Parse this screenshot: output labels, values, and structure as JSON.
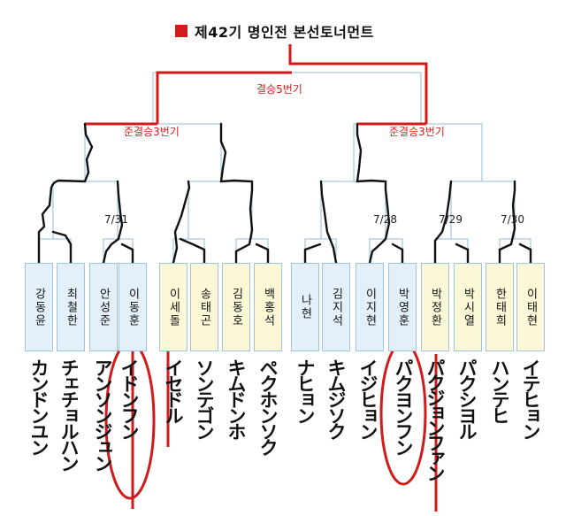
{
  "title": "제42기 명인전 본선토너먼트",
  "rounds": {
    "final": "결승5번기",
    "semi_left": "준결승3번기",
    "semi_right": "준결승3번기"
  },
  "dates": [
    "7/31",
    "7/28",
    "7/29",
    "7/30"
  ],
  "players": [
    {
      "name": "강동윤",
      "hw": "カンドンユン"
    },
    {
      "name": "최철한",
      "hw": "チェチョルハン"
    },
    {
      "name": "안성준",
      "hw": "アンソンジュン"
    },
    {
      "name": "이동훈",
      "hw": "イドンフン"
    },
    {
      "name": "이세돌",
      "hw": "イセドル"
    },
    {
      "name": "송태곤",
      "hw": "ソンテゴン"
    },
    {
      "name": "김동호",
      "hw": "キムドンホ"
    },
    {
      "name": "백홍석",
      "hw": "ペクホンソク"
    },
    {
      "name": "나현",
      "hw": "ナヒョン"
    },
    {
      "name": "김지석",
      "hw": "キムジソク"
    },
    {
      "name": "이지현",
      "hw": "イジヒョン"
    },
    {
      "name": "박영훈",
      "hw": "パクヨンフン"
    },
    {
      "name": "박정환",
      "hw": "パクジョンファン"
    },
    {
      "name": "박시열",
      "hw": "パクシヨル"
    },
    {
      "name": "한태희",
      "hw": "ハンテヒ"
    },
    {
      "name": "이태현",
      "hw": "イテヒョン"
    }
  ],
  "colors": {
    "accent": "#d21c1c",
    "line_light": "#9fc4dd",
    "ink": "#111111"
  }
}
